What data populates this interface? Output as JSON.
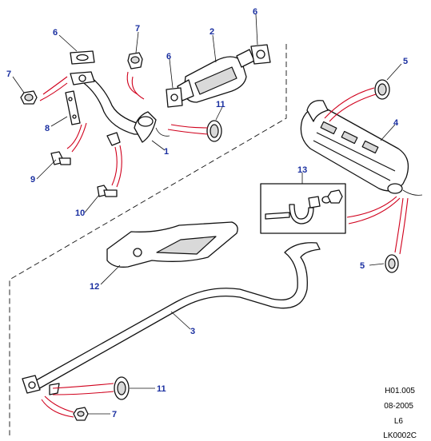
{
  "callouts": {
    "c1": "1",
    "c2": "2",
    "c3": "3",
    "c4": "4",
    "c5a": "5",
    "c5b": "5",
    "c6a": "6",
    "c6b": "6",
    "c6c": "6",
    "c7a": "7",
    "c7b": "7",
    "c7c": "7",
    "c8": "8",
    "c9": "9",
    "c10": "10",
    "c11a": "11",
    "c11b": "11",
    "c12": "12",
    "c13": "13"
  },
  "footer": {
    "ref": "H01.005",
    "date": "08-2005",
    "model": "L6",
    "code": "LK0002C"
  },
  "colors": {
    "callout_text": "#1a2fa0",
    "callout_leader": "#d0001c",
    "line": "#111111"
  }
}
